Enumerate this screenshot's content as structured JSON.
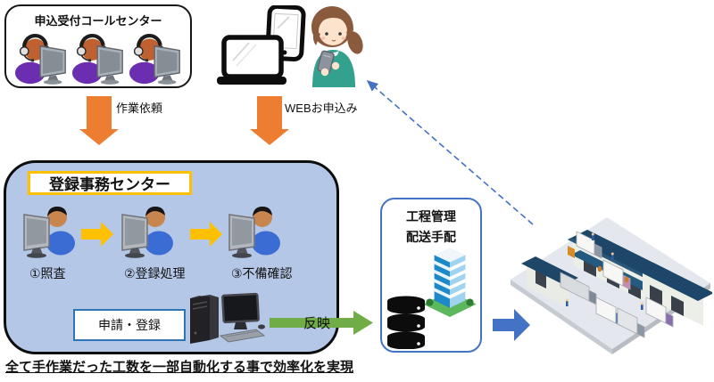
{
  "call_center": {
    "title": "申込受付コールセンター"
  },
  "flows": {
    "work_request_label": "作業依頼",
    "web_application_label": "WEBお申込み",
    "reflect_label": "反映"
  },
  "registration_center": {
    "title": "登録事務センター",
    "steps": [
      {
        "label": "①照査"
      },
      {
        "label": "②登録処理"
      },
      {
        "label": "③不備確認"
      }
    ],
    "application_box_label": "申請・登録"
  },
  "process_box": {
    "title_line1": "工程管理",
    "title_line2": "配送手配"
  },
  "footer": {
    "note": "全て手作業だった工数を一部自動化する事で効率化を実現"
  },
  "colors": {
    "flow_orange": "#ED7D31",
    "step_yellow": "#FFC000",
    "reflect_green": "#70AD47",
    "flow_blue": "#4472C4",
    "dashed_feedback_blue": "#4472C4",
    "center_box_fill": "#B4C7E7",
    "title_border_gold": "#FFC000",
    "application_border_blue": "#2E75B6",
    "warehouse_roof_navy": "#1D4668"
  },
  "icons": {
    "call_center_operator": "operator-headset-icon",
    "laptop": "laptop-icon",
    "tablet": "tablet-icon",
    "customer": "woman-smartphone-illustration",
    "office_worker": "office-worker-icon",
    "desktop_computer": "desktop-computer-icon",
    "building": "office-building-icon",
    "database": "database-icon",
    "warehouse": "warehouse-illustration"
  }
}
